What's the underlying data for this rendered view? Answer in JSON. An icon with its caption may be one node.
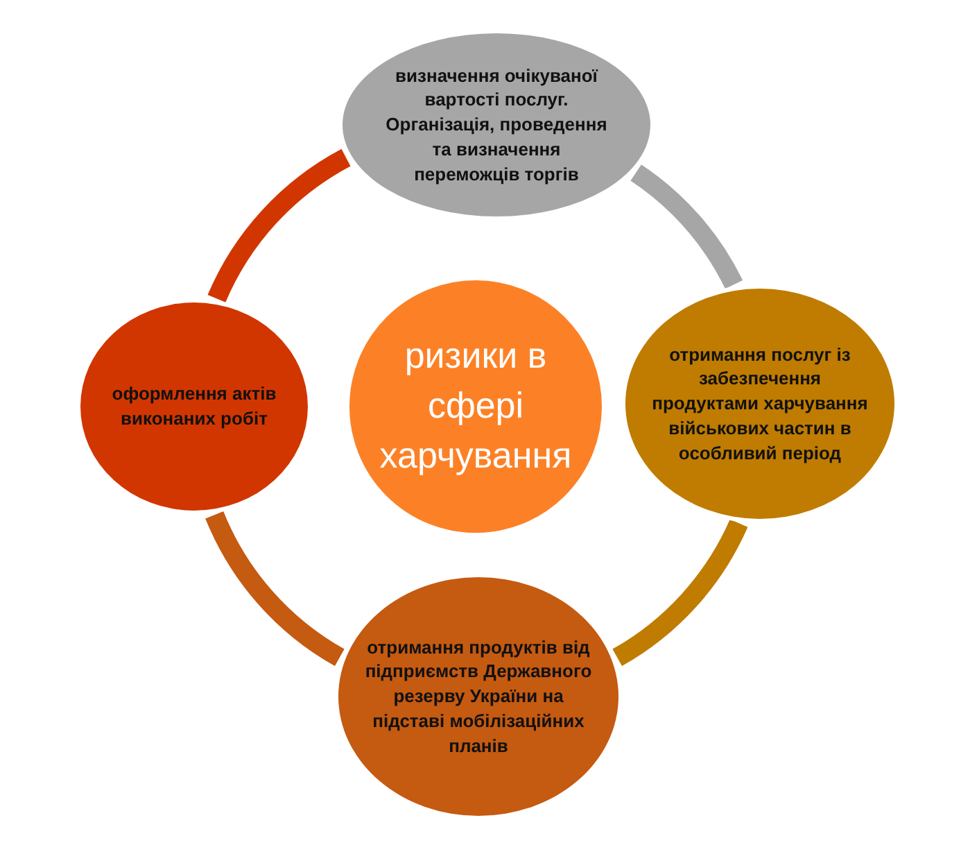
{
  "diagram": {
    "nodes": [
      {
        "text": [
          "визначення очікуваної вартості послуг. Організація, проведення та визначення переможців торгів"
        ]
      },
      {
        "text": [
          "оформлення актів виконаних робіт"
        ]
      },
      {
        "text": [
          "ризики в сфері харчування"
        ]
      },
      {
        "text": [
          "отримання послуг із забезпечення продуктами харчування військових частин в особливий період"
        ]
      },
      {
        "text": [
          "отримання продуктів від підприємств Державного резерву України на підставі мобілізаційних планів"
        ]
      }
    ],
    "edges": [
      {
        "from": 0,
        "to": 3,
        "arrow": "none",
        "color": "#a6a6a6"
      },
      {
        "from": 3,
        "to": 4,
        "arrow": "none",
        "color": "#bf7c00"
      },
      {
        "from": 4,
        "to": 1,
        "arrow": "none",
        "color": "#c55a11"
      },
      {
        "from": 1,
        "to": 0,
        "arrow": "none",
        "color": "#d23600"
      }
    ]
  }
}
